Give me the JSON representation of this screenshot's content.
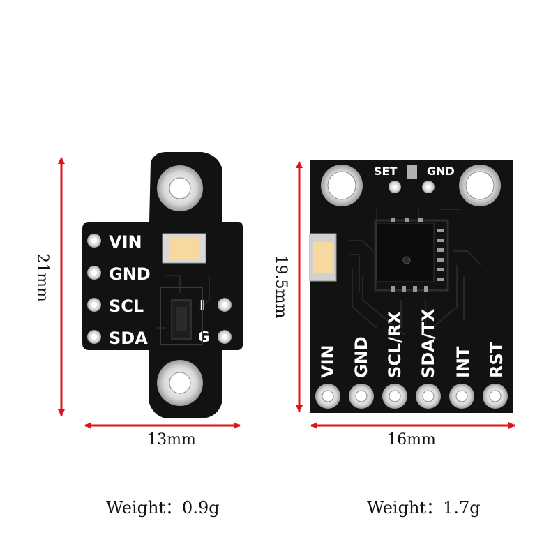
{
  "left_module": {
    "pins": [
      "VIN",
      "GND",
      "SCL",
      "SDA"
    ],
    "right_marks": [
      "I",
      "G"
    ],
    "height_label": "21mm",
    "width_label": "13mm",
    "weight_label": "Weight：0.9g"
  },
  "right_module": {
    "top_labels": [
      "SET",
      "GND"
    ],
    "pins": [
      "VIN",
      "GND",
      "SCL/RX",
      "SDA/TX",
      "INT",
      "RST"
    ],
    "height_label": "19.5mm",
    "width_label": "16mm",
    "weight_label": "Weight：1.7g"
  },
  "colors": {
    "board": "#111111",
    "arrow": "#e0101a",
    "silk": "#ffffff",
    "led": "#f7d9a0",
    "pad": "#c9c9c9"
  }
}
